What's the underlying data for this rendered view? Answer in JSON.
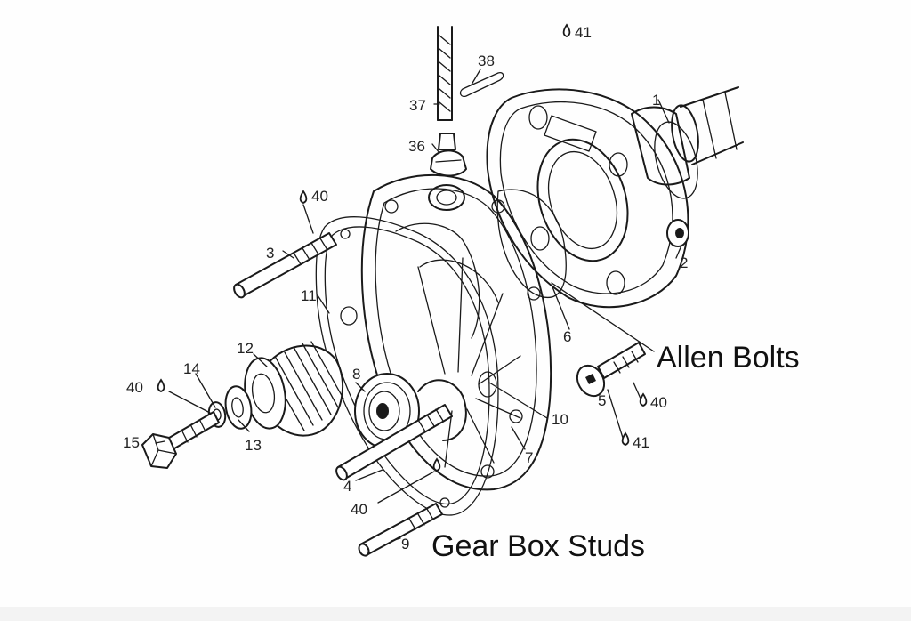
{
  "callouts": {
    "allen_bolts": "Allen Bolts",
    "gear_box_studs": "Gear Box Studs"
  },
  "part_numbers": {
    "p1": "1",
    "p2": "2",
    "p3": "3",
    "p4": "4",
    "p5": "5",
    "p6": "6",
    "p7": "7",
    "p8": "8",
    "p9": "9",
    "p10": "10",
    "p11": "11",
    "p12": "12",
    "p13": "13",
    "p14": "14",
    "p15": "15",
    "p36": "36",
    "p37": "37",
    "p38": "38",
    "p40_top": "40",
    "p40_left": "40",
    "p40_right": "40",
    "p40_bottom": "40",
    "p41_top": "41",
    "p41_bottom": "41"
  }
}
